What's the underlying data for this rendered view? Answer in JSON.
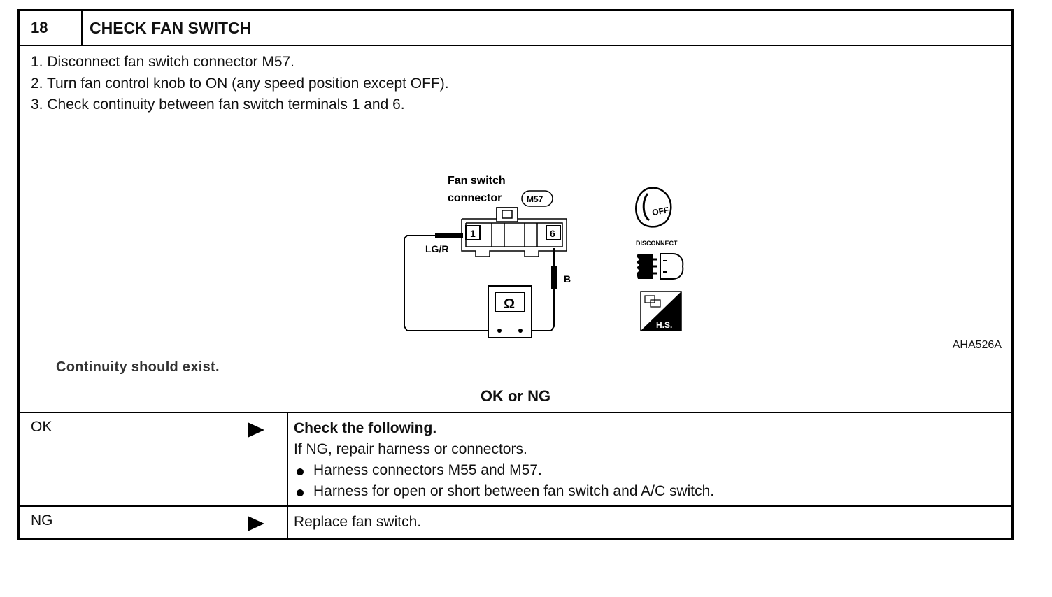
{
  "step": {
    "number": "18",
    "title": "CHECK FAN SWITCH"
  },
  "instructions": [
    "1.  Disconnect fan switch connector M57.",
    "2.  Turn fan control knob to ON (any speed position except OFF).",
    "3.  Check continuity between fan switch terminals 1 and 6."
  ],
  "diagram": {
    "connector_label_line1": "Fan switch",
    "connector_label_line2": "connector",
    "connector_id": "M57",
    "terminal_left": "1",
    "terminal_right": "6",
    "wire_left": "LG/R",
    "wire_right": "B",
    "meter_symbol": "Ω",
    "icon_off": "OFF",
    "icon_disconnect": "DISCONNECT",
    "icon_hs": "H.S.",
    "figure_code": "AHA526A"
  },
  "criterion": "Continuity should exist.",
  "verdict": "OK or NG",
  "results": {
    "ok": {
      "label": "OK",
      "heading": "Check the following.",
      "note": "If NG, repair harness or connectors.",
      "items": [
        "Harness connectors M55 and M57.",
        "Harness for open or short between fan switch and A/C switch."
      ]
    },
    "ng": {
      "label": "NG",
      "action": "Replace fan switch."
    }
  }
}
